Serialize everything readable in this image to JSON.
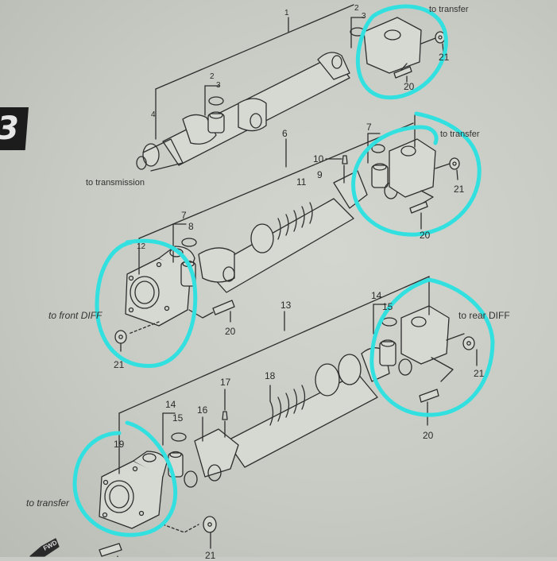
{
  "section_tab": {
    "label": "3"
  },
  "annotations": {
    "highlight_color": "#33e0e0"
  },
  "notes": {
    "to_transfer_top": "to transfer",
    "to_transfer_mid": "to transfer",
    "to_transmission": "to transmission",
    "to_front_diff": "to front DIFF",
    "to_rear_diff": "to rear DIFF",
    "to_transfer_bottom": "to transfer",
    "fwd": "FWD"
  },
  "part_numbers": {
    "p1": "1",
    "p2a": "2",
    "p3a": "3",
    "p2b": "2",
    "p3b": "3",
    "p4": "4",
    "p20a": "20",
    "p21a": "21",
    "p6": "6",
    "p7a": "7",
    "p10": "10",
    "p9": "9",
    "p11": "11",
    "p21b": "21",
    "p20b": "20",
    "p7b": "7",
    "p8": "8",
    "p12": "12",
    "p20c": "20",
    "p21c": "21",
    "p13": "13",
    "p14a": "14",
    "p15a": "15",
    "p21d": "21",
    "p20d": "20",
    "p17": "17",
    "p18": "18",
    "p14b": "14",
    "p15b": "15",
    "p16": "16",
    "p19": "19",
    "p21e": "21"
  }
}
